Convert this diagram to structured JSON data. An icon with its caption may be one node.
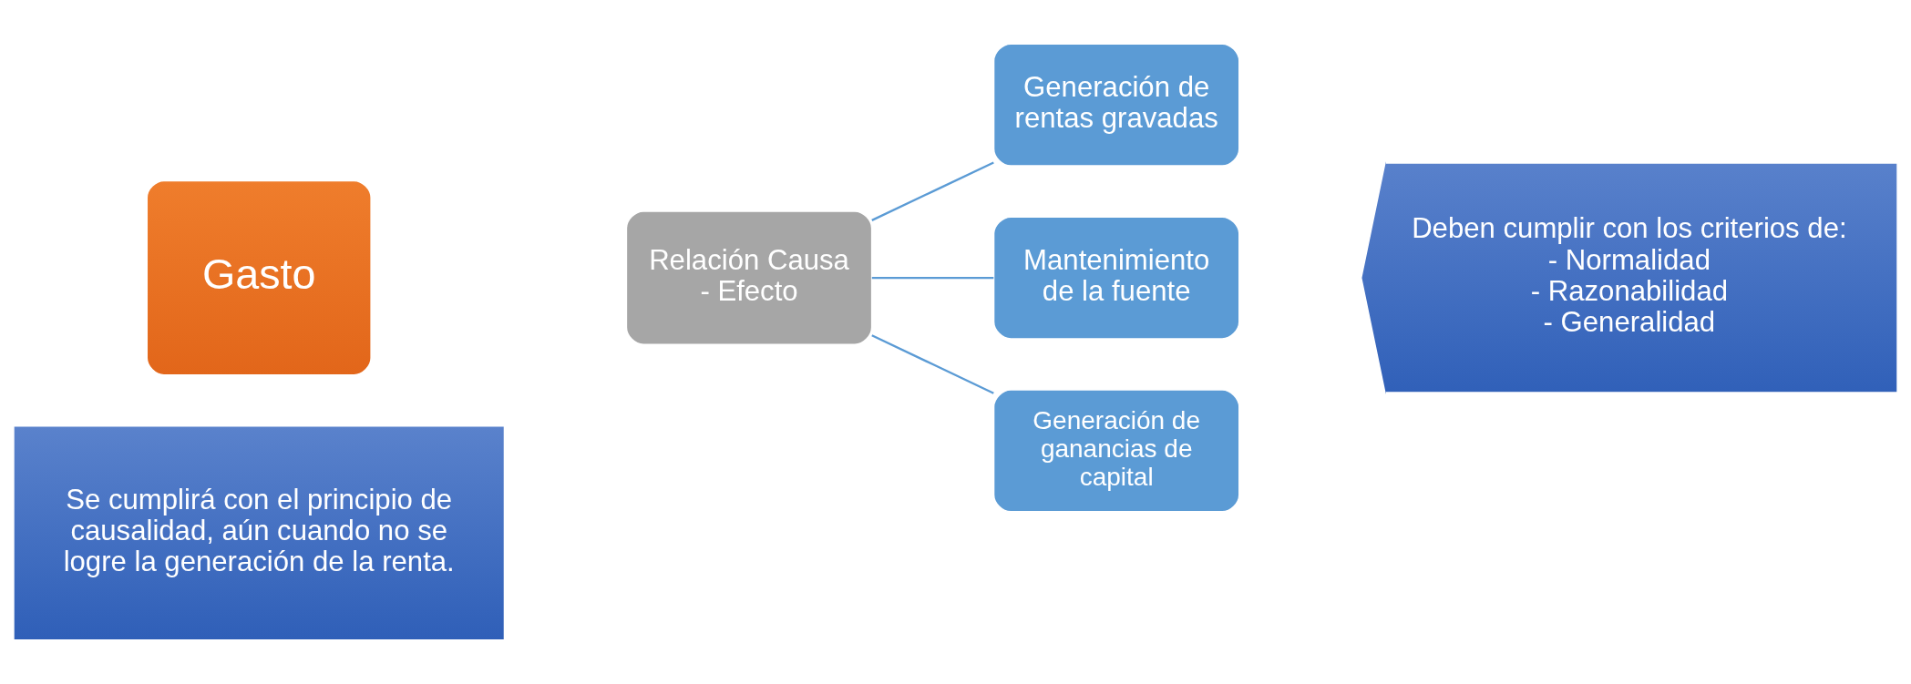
{
  "diagram": {
    "nodes": [
      {
        "text": [
          "Gasto"
        ]
      },
      {
        "text": [
          "Se cumplirá con el principio de causalidad, aún cuando no se logre la generación de la renta."
        ]
      },
      {
        "text": [
          "Relación Causa - Efecto"
        ]
      },
      {
        "text": [
          "Generación de rentas gravadas"
        ]
      },
      {
        "text": [
          "Mantenimiento de la fuente"
        ]
      },
      {
        "text": [
          "Generación de ganancias de capital"
        ]
      },
      {
        "text": [
          "Deben cumplir con los criterios de:",
          "- Normalidad",
          "- Razonabilidad",
          "- Generalidad"
        ]
      }
    ],
    "edges": [
      {
        "from": 2,
        "to": 3,
        "arrow": "none"
      },
      {
        "from": 2,
        "to": 4,
        "arrow": "none"
      },
      {
        "from": 2,
        "to": 5,
        "arrow": "none"
      }
    ]
  }
}
